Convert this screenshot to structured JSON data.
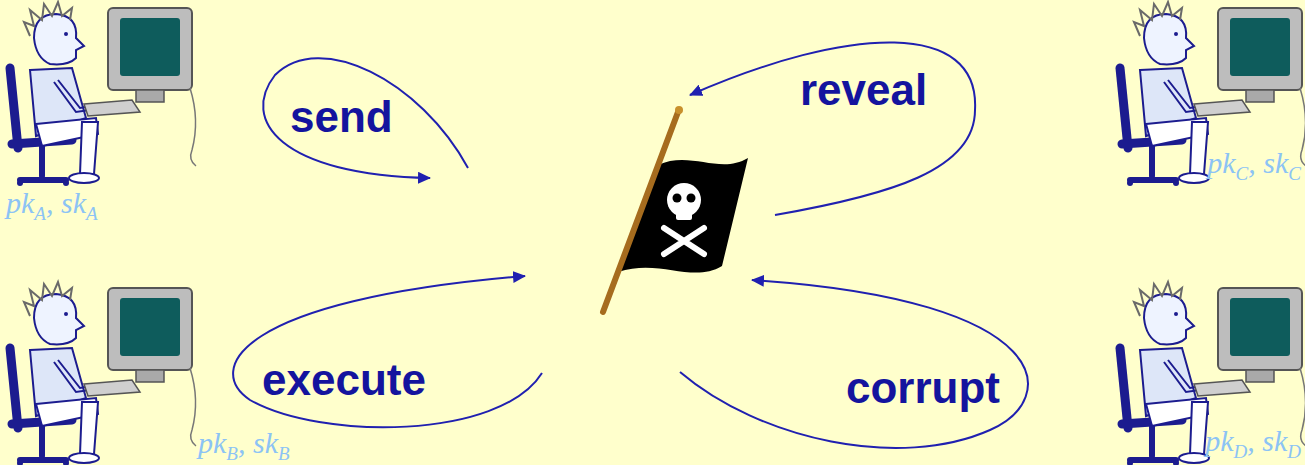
{
  "diagram": {
    "labels": [
      "send",
      "reveal",
      "pkC, skC",
      "pkA, skA",
      "execute",
      "corrupt",
      "pkB, skB",
      "pkD, skD"
    ]
  }
}
